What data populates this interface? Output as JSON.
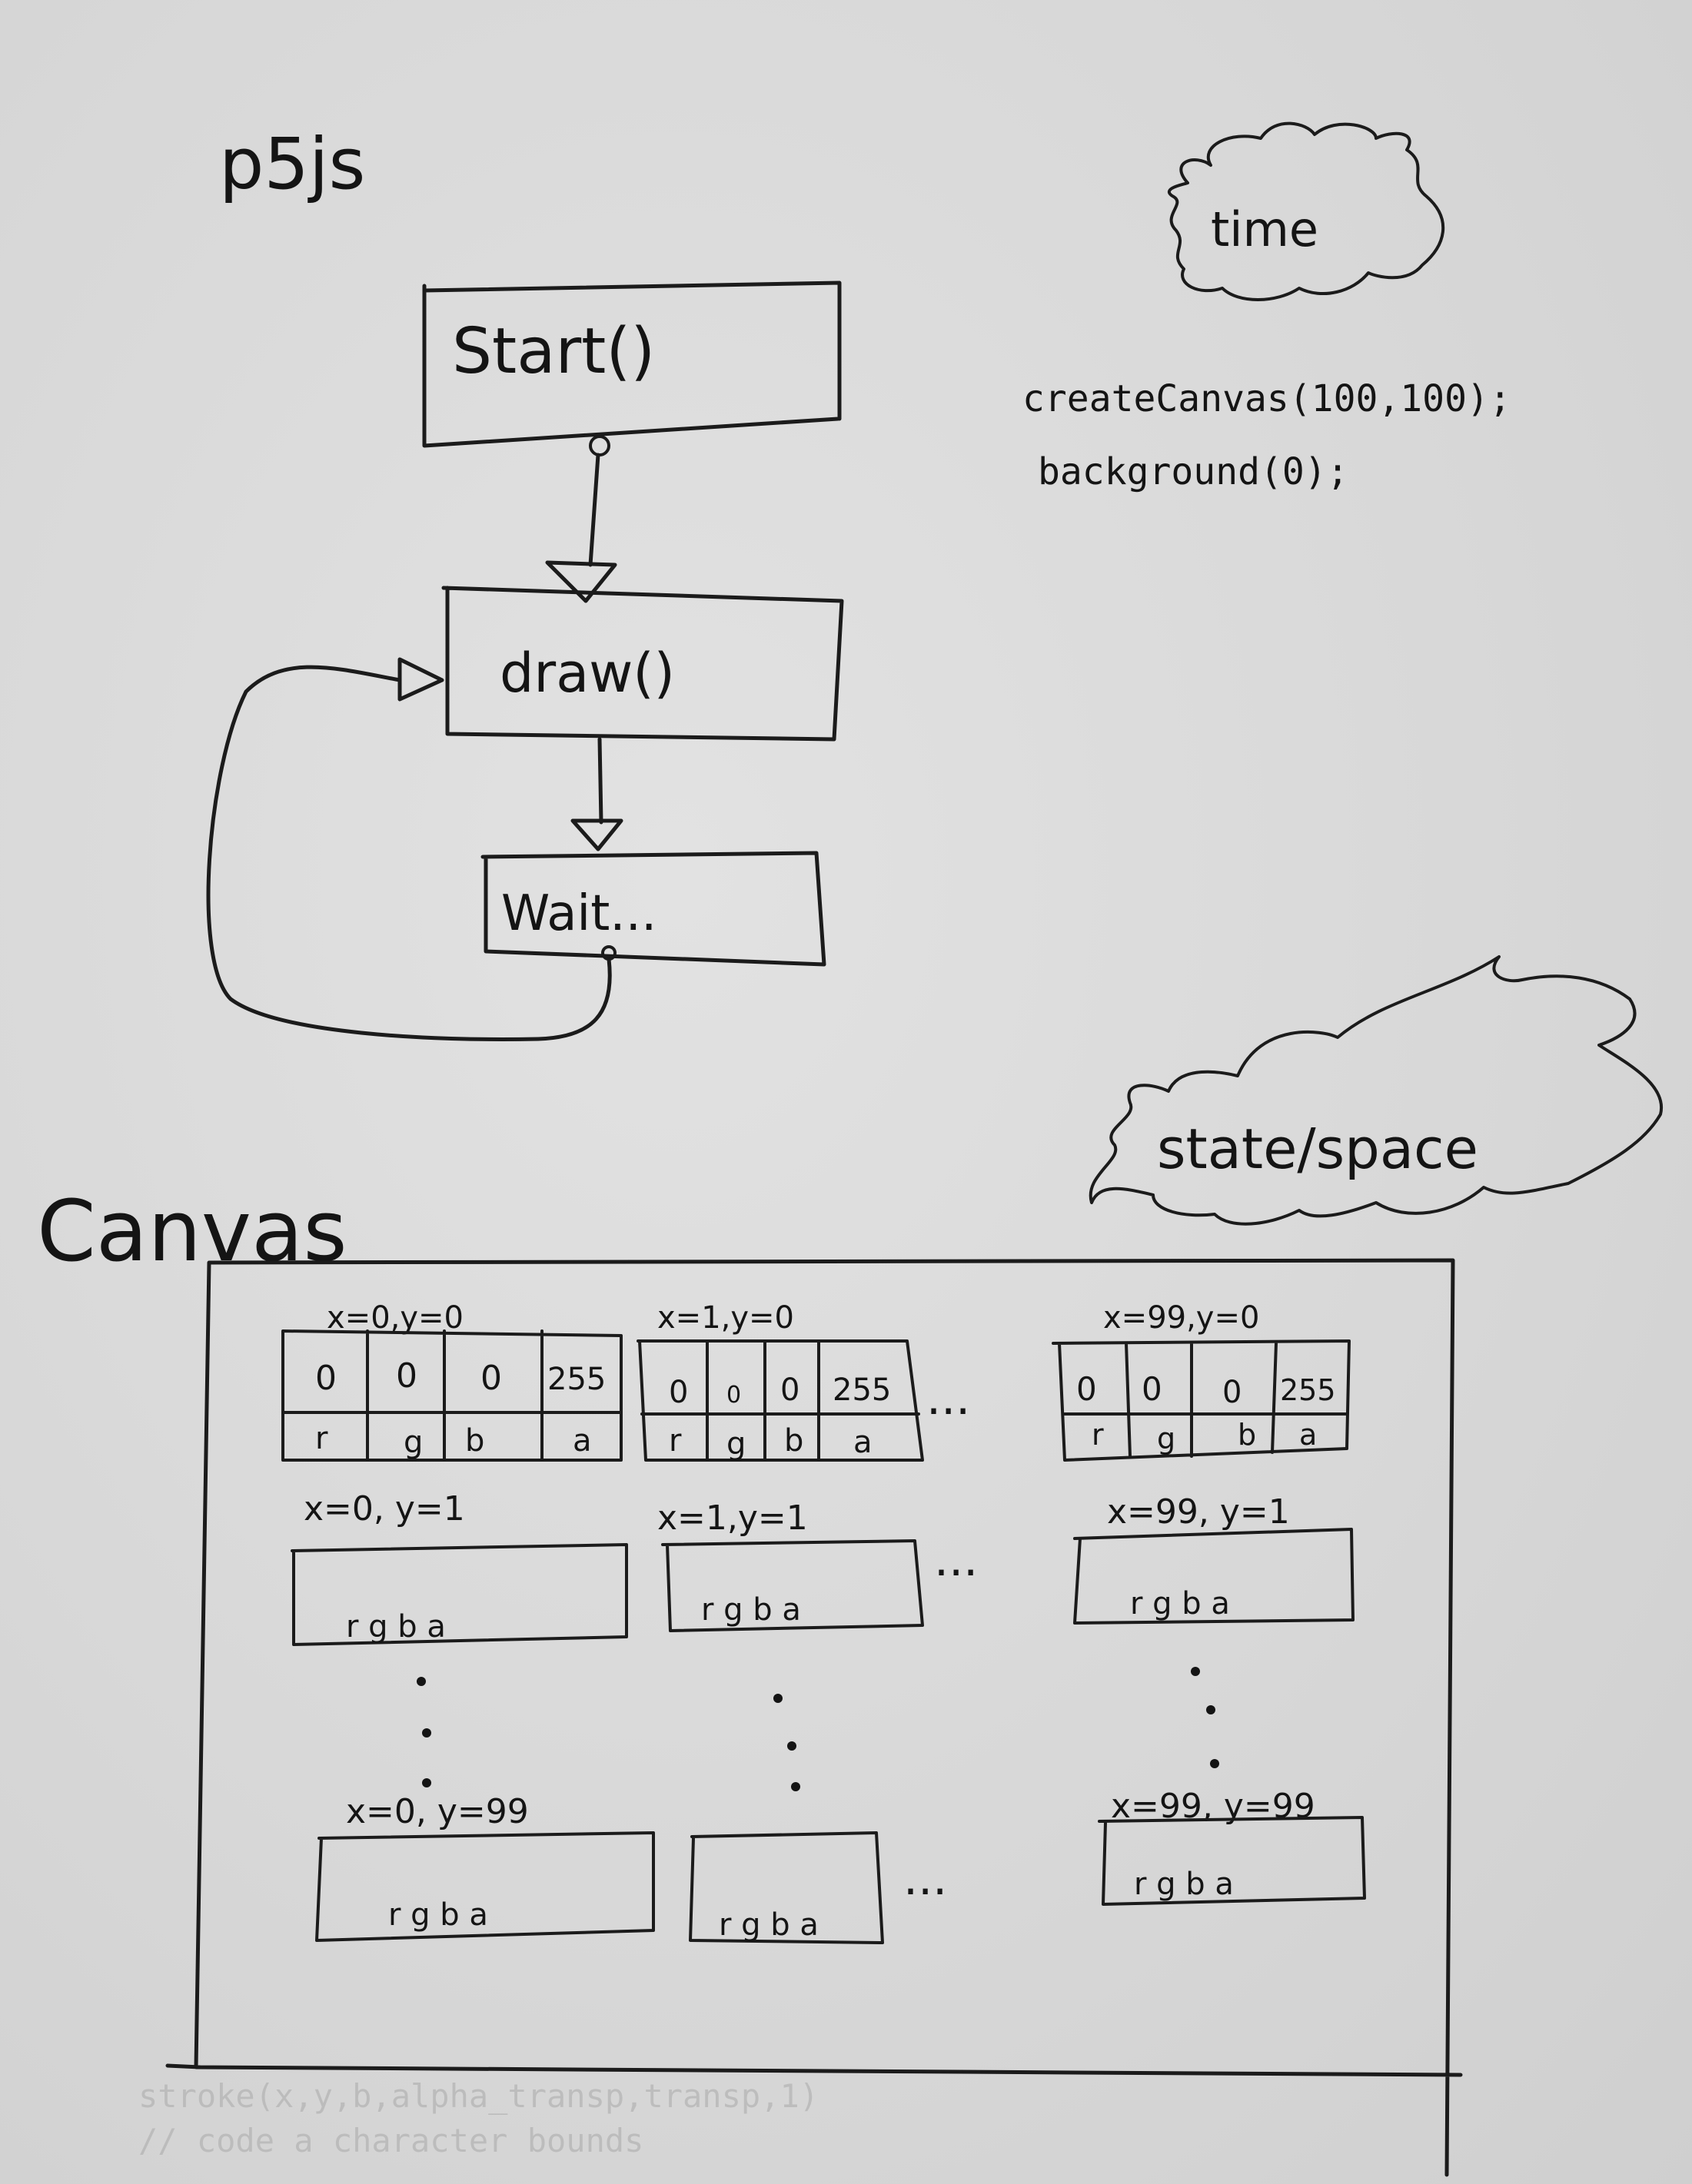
{
  "page_title": "p5js",
  "cloud_time": "time",
  "code_lines": [
    "createCanvas(100,100);",
    "background(0);"
  ],
  "flow": {
    "start": "Start()",
    "draw": "draw()",
    "wait": "Wait..."
  },
  "cloud_state": "state/space",
  "canvas_label": "Canvas",
  "pixels_row0": [
    {
      "coord": "x=0,y=0",
      "values": [
        "0",
        "0",
        "0",
        "255"
      ],
      "channels": [
        "r",
        "g",
        "b",
        "a"
      ]
    },
    {
      "coord": "x=1,y=0",
      "values": [
        "0",
        "0",
        "0",
        "255"
      ],
      "channels": [
        "r",
        "g",
        "b",
        "a"
      ]
    },
    {
      "coord": "x=99,y=0",
      "values": [
        "0",
        "0",
        "0",
        "255"
      ],
      "channels": [
        "r",
        "g",
        "b",
        "a"
      ]
    }
  ],
  "pixels_row1": [
    {
      "coord": "x=0, y=1",
      "channels": "r g b a"
    },
    {
      "coord": "x=1,y=1",
      "channels": "r g b a"
    },
    {
      "coord": "x=99, y=1",
      "channels": "r g b a"
    }
  ],
  "pixels_row99": [
    {
      "coord": "x=0, y=99",
      "channels": "r g b a"
    },
    {
      "coord": "",
      "channels": "r g b a"
    },
    {
      "coord": "x=99, y=99",
      "channels": "r g b a"
    }
  ],
  "ellipsis_dots": "...",
  "faint_footer": [
    "stroke(x,y,b,alpha_transp,transp,1)",
    "// code a character bounds"
  ]
}
